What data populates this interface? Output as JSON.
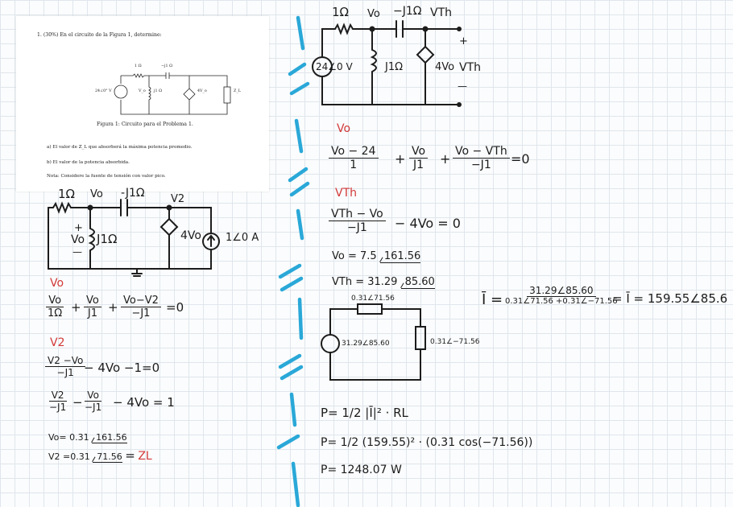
{
  "problem": {
    "header": "1. (30%) En el circuito de la Figura 1, determine:",
    "caption": "Figura 1: Circuito para el Problema 1.",
    "item_a": "a)  El valor de Z_L que absorberá la máxima potencia promedio.",
    "item_b": "b)  El valor de la potencia absorbida.",
    "note": "Nota: Considere la fuente de tensión con valor pico.",
    "circuit": {
      "r1": "1 Ω",
      "cap": "−j1 Ω",
      "source": "24∠0° V",
      "vo": "V_o",
      "ind": "j1 Ω",
      "dep": "4V_o",
      "zl": "Z_L"
    }
  },
  "hand": {
    "c1": {
      "r": "1Ω",
      "vo": "Vo",
      "cap": "-J1Ω",
      "v2": "V2",
      "ind": "J1Ω",
      "dep": "4Vo",
      "src": "1∠0 A",
      "plus": "+",
      "minus": "—"
    },
    "vo_label": "Vo",
    "eq1": {
      "t1n": "Vo",
      "t1d": "1Ω",
      "t2n": "Vo",
      "t2d": "J1",
      "t3n": "Vo−V2",
      "t3d": "−J1",
      "p1": "+",
      "p2": "+",
      "rhs": "=0"
    },
    "v2_label": "V2",
    "eq2": {
      "fn": "V2 −Vo",
      "fd": "−J1",
      "rest": "− 4Vo −1=0"
    },
    "eq3": {
      "f1n": "V2",
      "f1d": "−J1",
      "m": "−",
      "f2n": "Vo",
      "f2d": "−J1",
      "rest": "− 4Vo = 1"
    },
    "res1": {
      "pre": "Vo= 0.31",
      "ang": "161.56"
    },
    "res2": {
      "pre": "V2 =0.31",
      "ang": "71.56",
      "eq": "=",
      "zl": "ZL"
    },
    "c2": {
      "r": "1Ω",
      "vo": "Vo",
      "cap": "−J1Ω",
      "vth": "VTh",
      "src": "24∠0 V",
      "ind": "J1Ω",
      "dep": "4Vo",
      "vth2": "VTh",
      "plus": "+",
      "minus": "—"
    },
    "vo_label2": "Vo",
    "eq4": {
      "t1n": "Vo − 24",
      "t1d": "1",
      "t2n": "Vo",
      "t2d": "J1",
      "t3n": "Vo − VTh",
      "t3d": "−J1",
      "p1": "+",
      "p2": "+",
      "rhs": "=0"
    },
    "vth_label": "VTh",
    "eq5": {
      "fn": "VTh − Vo",
      "fd": "−J1",
      "rest": "− 4Vo = 0"
    },
    "res3": {
      "pre": "Vo = 7.5",
      "ang": "161.56"
    },
    "res4": {
      "pre": "VTh = 31.29",
      "ang": "85.60"
    },
    "c3": {
      "rth": "0.31∠71.56",
      "src": "31.29∠85.60",
      "zl": "0.31∠−71.56"
    },
    "eq6": {
      "lhs": "Ī =",
      "num": "31.29∠85.60",
      "den": "0.31∠71.56 +0.31∠−71.56",
      "rhs": "=  Ī = 159.55∠85.6"
    },
    "p1": "P=  1/2 |Ī|² · RL",
    "p2": "P=  1/2 (159.55)² · (0.31 cos(−71.56))",
    "p3": "P= 1248.07 W"
  }
}
